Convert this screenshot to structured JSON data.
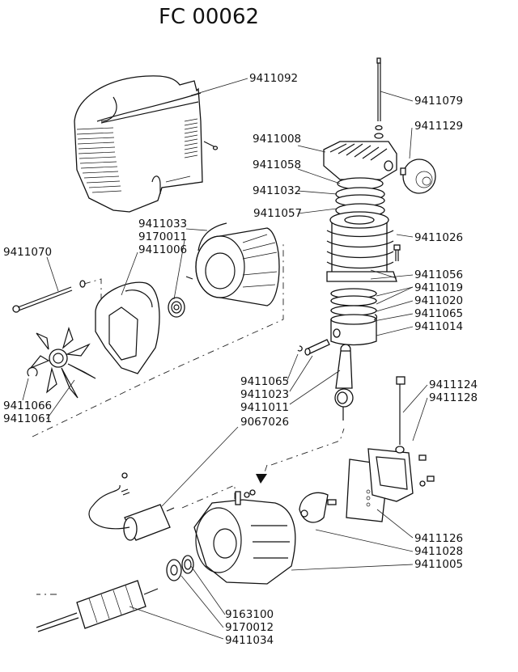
{
  "title": "FC 00062",
  "labels": {
    "cover": "9411092",
    "tie_rod": "9411079",
    "head": "9411008",
    "air_filter": "9411129",
    "head_gasket": "9411058",
    "valve_plate": "9411032",
    "cylinder_gasket": "9411057",
    "cylinder": "9411026",
    "stator_wire": "9411033",
    "bearing_front": "9170011",
    "motor_flange": "9411006",
    "long_bolt": "9411070",
    "base_gasket": "9411056",
    "ring_top": "9411019",
    "ring_oil": "9411020",
    "circlip_right": "9411065",
    "piston": "9411014",
    "fan_clip": "9411066",
    "fan": "9411061",
    "circlip_left": "9411065",
    "piston_pin": "9411023",
    "conrod": "9411011",
    "capacitor": "9067026",
    "dipstick": "9411124",
    "breather": "9411128",
    "side_gasket": "9411126",
    "side_cover": "9411028",
    "crankcase": "9411005",
    "seal": "9163100",
    "bearing_rear": "9170012",
    "rotor": "9411034"
  }
}
